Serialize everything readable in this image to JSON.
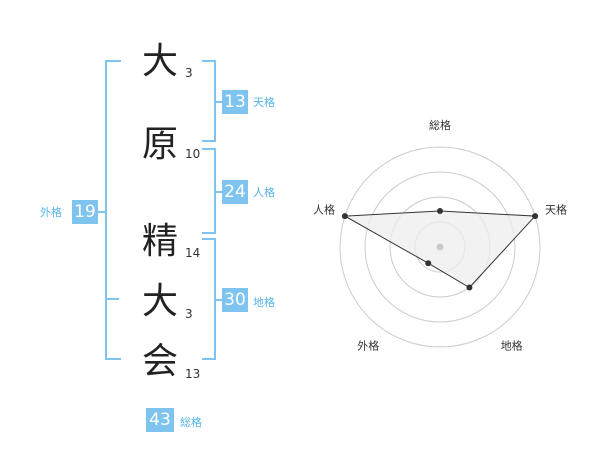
{
  "name_chars": [
    {
      "char": "大",
      "strokes": "3"
    },
    {
      "char": "原",
      "strokes": "10"
    },
    {
      "char": "精",
      "strokes": "14"
    },
    {
      "char": "大",
      "strokes": "3"
    },
    {
      "char": "会",
      "strokes": "13"
    }
  ],
  "kaku": {
    "tenkaku": {
      "value": "13",
      "label": "天格"
    },
    "jinkaku": {
      "value": "24",
      "label": "人格"
    },
    "chikaku": {
      "value": "30",
      "label": "地格"
    },
    "gaikaku": {
      "value": "19",
      "label": "外格"
    },
    "soukaku": {
      "value": "43",
      "label": "総格"
    }
  },
  "colors": {
    "accent": "#7ec4ef",
    "label": "#55b5ea",
    "ring": "#cccccc",
    "fill": "#eeeeee",
    "line": "#333333"
  },
  "chart_data": {
    "type": "radar",
    "axes": [
      "総格",
      "天格",
      "地格",
      "外格",
      "人格"
    ],
    "values": [
      0.36,
      1.0,
      0.5,
      0.2,
      1.0
    ],
    "max": 1,
    "rings": 4
  }
}
